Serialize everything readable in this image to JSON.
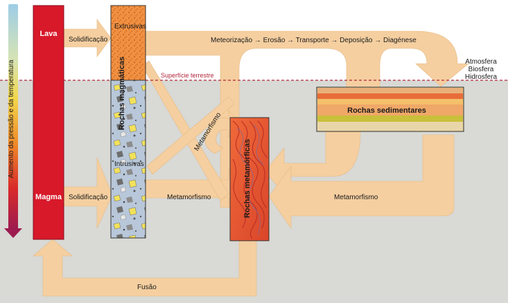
{
  "gradient_label": "Aumento da pressão e da temperatura",
  "lava": "Lava",
  "magma": "Magma",
  "solidification_top": "Solidificação",
  "solidification_bottom": "Solidificação",
  "extrusive": "Extrusivas",
  "intrusive": "Intrusivas",
  "igneous_rocks": "Rochas magmáticas",
  "surface_line": "Superfície terrestre",
  "surface_processes": "Meteorização → Erosão → Transporte → Deposição → Diagénese",
  "spheres": [
    "Atmosfera",
    "Biosfera",
    "Hidrosfera"
  ],
  "sedimentary_rocks": "Rochas sedimentares",
  "metamorphic_rocks": "Rochas metamórficas",
  "metamorphism_loop": "Metamorfismo",
  "metamorphism_left": "Metamorfismo",
  "metamorphism_right": "Metamorfismo",
  "fusion": "Fusão",
  "colors": {
    "surface_zone": "#ffffff",
    "underground": "#d9d9d5",
    "arrow_fill": "#f5cfa0",
    "magma_red": "#d7192a",
    "surface_line": "#b0263a",
    "extrusive": "#f08a3c",
    "intrusive": "#b7c6d8",
    "metamorphic": "#e3532f"
  }
}
